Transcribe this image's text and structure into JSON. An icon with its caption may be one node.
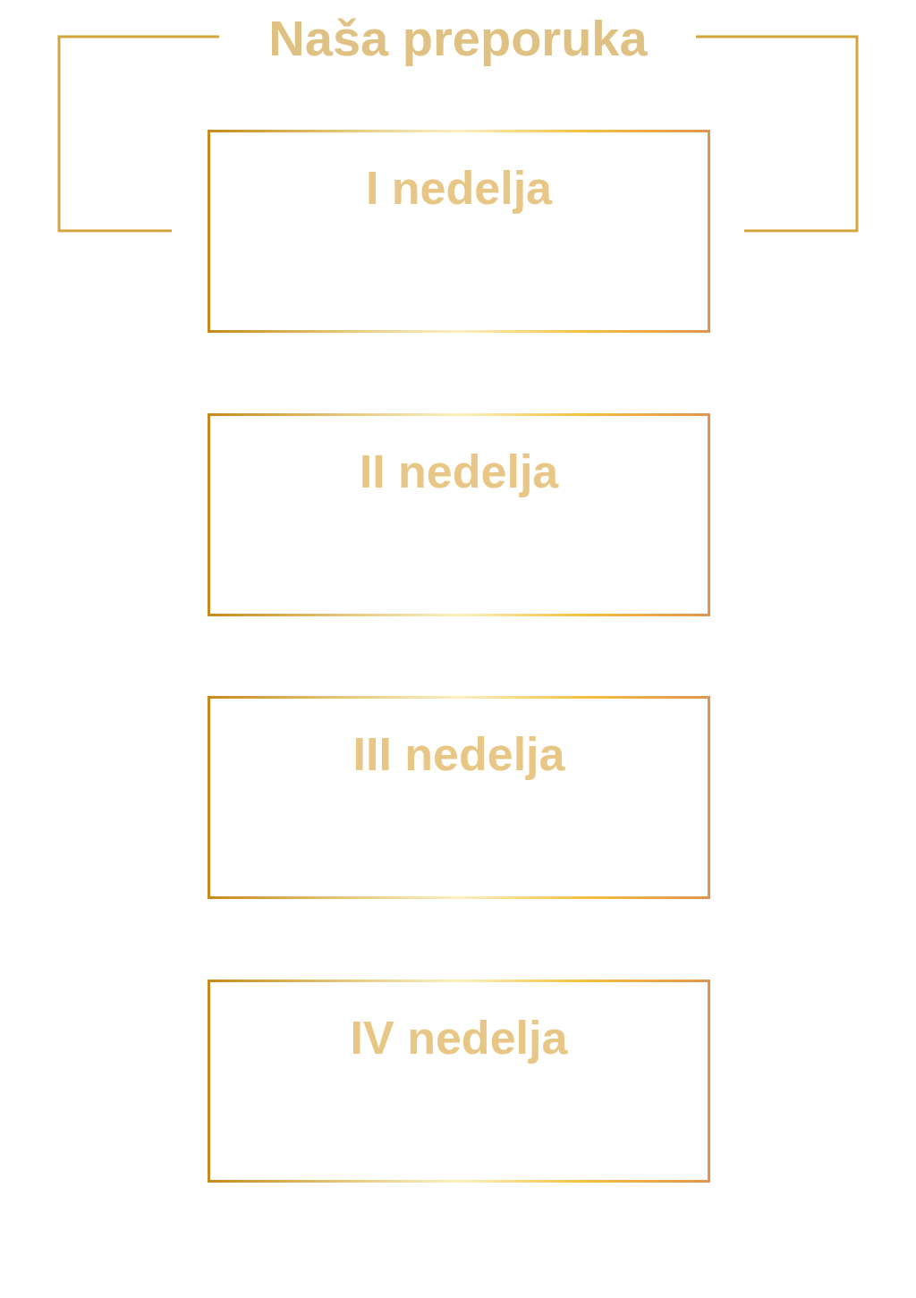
{
  "diagram": {
    "title": "Naša preporuka",
    "nodes": [
      {
        "text": [
          "I nedelja"
        ]
      },
      {
        "text": [
          "II nedelja"
        ]
      },
      {
        "text": [
          "III nedelja"
        ]
      },
      {
        "text": [
          "IV nedelja"
        ]
      }
    ]
  }
}
